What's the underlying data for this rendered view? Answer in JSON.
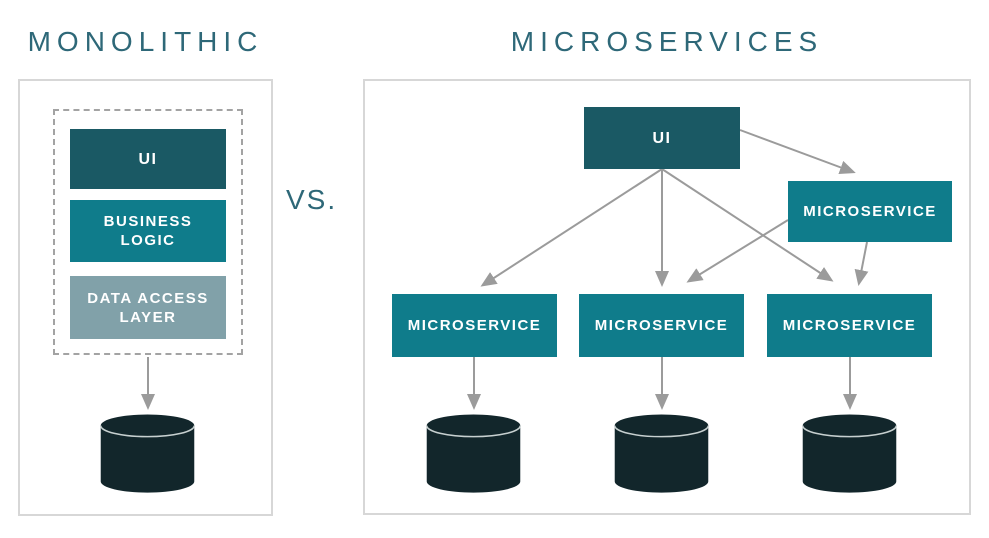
{
  "titles": {
    "left": "MONOLITHIC",
    "right": "MICROSERVICES",
    "vs": "VS."
  },
  "monolithic": {
    "layers": [
      {
        "label": "UI",
        "line1": "UI",
        "line2": ""
      },
      {
        "label": "BUSINESS LOGIC",
        "line1": "BUSINESS",
        "line2": "LOGIC"
      },
      {
        "label": "DATA ACCESS LAYER",
        "line1": "DATA ACCESS",
        "line2": "LAYER"
      }
    ],
    "database_icon": "database-cylinder"
  },
  "microservices": {
    "ui_label": "UI",
    "top_service": {
      "label": "MICROSERVICE"
    },
    "services": [
      {
        "label": "MICROSERVICE"
      },
      {
        "label": "MICROSERVICE"
      },
      {
        "label": "MICROSERVICE"
      }
    ],
    "database_icon": "database-cylinder"
  },
  "colors": {
    "title_teal": "#2e6878",
    "dark_teal": "#1a5964",
    "teal": "#0f7c8b",
    "muted_slate": "#81a1a9",
    "db_dark": "#12262b",
    "arrow_gray": "#9b9b9b",
    "panel_border": "#d7d7d7",
    "dash_border": "#a3a3a3"
  }
}
